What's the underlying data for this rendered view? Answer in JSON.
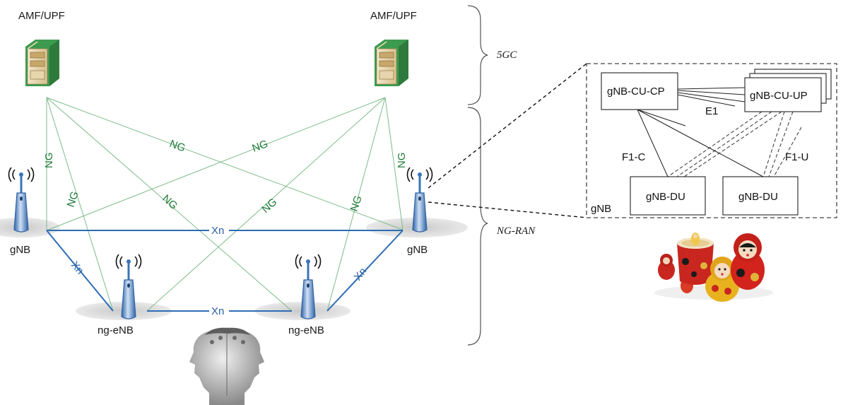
{
  "core": {
    "left_label": "AMF/UPF",
    "right_label": "AMF/UPF"
  },
  "nodes": {
    "gnb_left": "gNB",
    "gnb_right": "gNB",
    "ngenb_left": "ng-eNB",
    "ngenb_right": "ng-eNB"
  },
  "interfaces": {
    "ng": "NG",
    "xn": "Xn"
  },
  "braces": {
    "core_label": "5GC",
    "ran_label": "NG-RAN"
  },
  "detail": {
    "container_label": "gNB",
    "cu_cp": "gNB-CU-CP",
    "cu_up": "gNB-CU-UP",
    "du_left": "gNB-DU",
    "du_right": "gNB-DU",
    "e1": "E1",
    "f1c": "F1-C",
    "f1u": "F1-U"
  },
  "colors": {
    "ng_line": "#7dbb8a",
    "ng_text": "#1f7a3a",
    "xn_line": "#2d6db5",
    "server_green": "#3d9b4f",
    "antenna_blue": "#3b74b8"
  },
  "icons": [
    "server-icon",
    "antenna-icon",
    "janus-head-image",
    "matryoshka-dolls-image"
  ]
}
